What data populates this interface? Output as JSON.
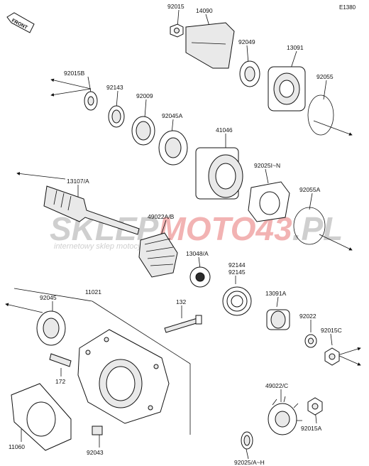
{
  "diagram": {
    "code": "E1380",
    "front_label": "FRONT",
    "watermark": {
      "brand_left": "SKLEP",
      "brand_mid": "MOTO",
      "brand_num": "43",
      "brand_tld": ".PL",
      "tagline": "internetowy sklep motocyklowy"
    },
    "colors": {
      "line": "#111111",
      "part_fill": "#ffffff",
      "shade": "#e9e9e9",
      "watermark_gray": "#cfcfcf",
      "watermark_red": "#f2b3b3"
    },
    "parts": [
      {
        "id": "92015",
        "label": "92015"
      },
      {
        "id": "14090",
        "label": "14090"
      },
      {
        "id": "92049",
        "label": "92049"
      },
      {
        "id": "13091",
        "label": "13091"
      },
      {
        "id": "92015B",
        "label": "92015B"
      },
      {
        "id": "92143",
        "label": "92143"
      },
      {
        "id": "92009",
        "label": "92009"
      },
      {
        "id": "92045A",
        "label": "92045A"
      },
      {
        "id": "92055",
        "label": "92055"
      },
      {
        "id": "41046",
        "label": "41046"
      },
      {
        "id": "92025I-N",
        "label": "92025I~N"
      },
      {
        "id": "13107A",
        "label": "13107/A"
      },
      {
        "id": "92055A",
        "label": "92055A"
      },
      {
        "id": "49022AB",
        "label": "49022A/B"
      },
      {
        "id": "13048A",
        "label": "13048/A"
      },
      {
        "id": "92144",
        "label": "92144"
      },
      {
        "id": "92145",
        "label": "92145"
      },
      {
        "id": "92045",
        "label": "92045"
      },
      {
        "id": "11021",
        "label": "11021"
      },
      {
        "id": "13091A",
        "label": "13091A"
      },
      {
        "id": "132",
        "label": "132"
      },
      {
        "id": "92022",
        "label": "92022"
      },
      {
        "id": "92015C",
        "label": "92015C"
      },
      {
        "id": "172",
        "label": "172"
      },
      {
        "id": "49022C",
        "label": "49022/C"
      },
      {
        "id": "92015A",
        "label": "92015A"
      },
      {
        "id": "11060",
        "label": "11060"
      },
      {
        "id": "92043",
        "label": "92043"
      },
      {
        "id": "92025A-H",
        "label": "92025/A~H"
      }
    ]
  }
}
